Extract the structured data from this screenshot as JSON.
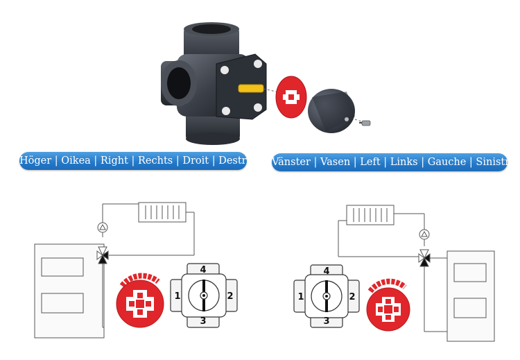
{
  "banners": {
    "right": "Höger | Oikea | Right | Rechts |  Droit | Destra",
    "left": "Vänster | Vasen | Left | Links | Gauche | Sinistra"
  },
  "ports": {
    "top": "4",
    "left": "1",
    "right": "2",
    "bottom": "3"
  },
  "colors": {
    "banner": "#2378c8",
    "dial": "#e0262b",
    "valve_body": "#3b3f47",
    "spindle": "#f2c21a"
  }
}
